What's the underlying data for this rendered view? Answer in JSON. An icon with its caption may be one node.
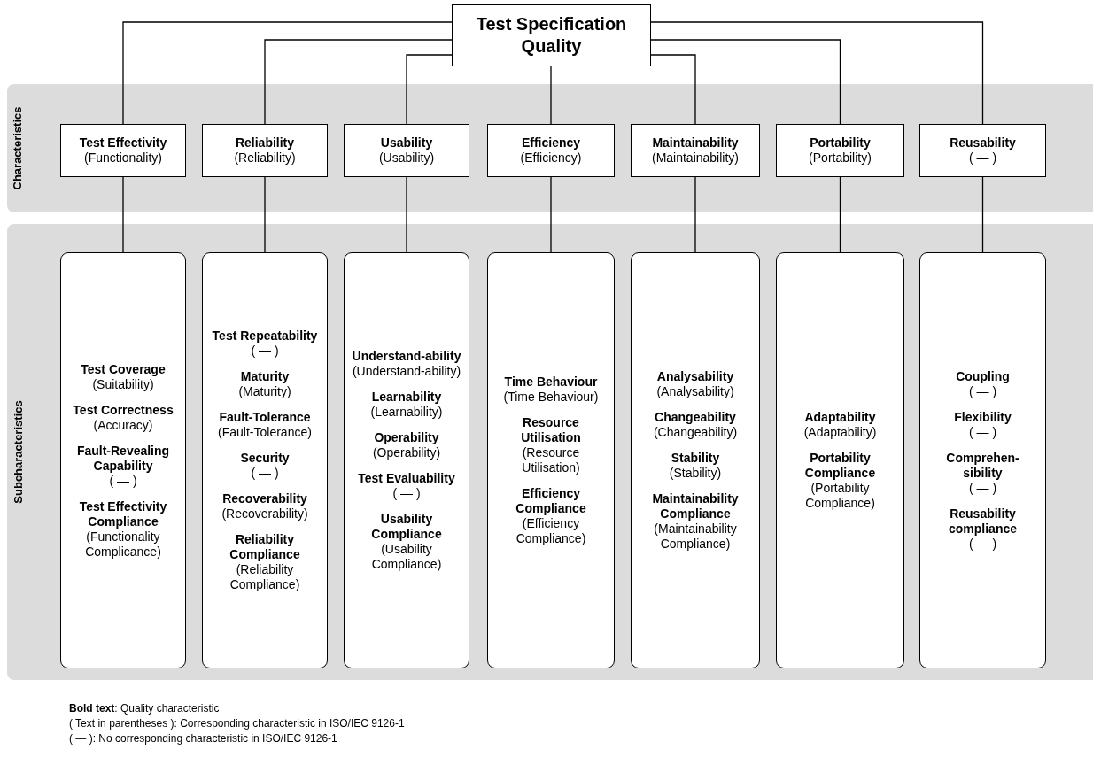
{
  "diagram": {
    "nodes": [
      {
        "text": [
          "Test Specification Quality"
        ]
      },
      {
        "text": [
          "Characteristics"
        ]
      },
      {
        "text": [
          "Subcharacteristics"
        ]
      },
      {
        "text": [
          "Test Effectivity",
          "(Functionality)"
        ],
        "in": 1
      },
      {
        "text": [
          "Reliability",
          "(Reliability)"
        ],
        "in": 1
      },
      {
        "text": [
          "Usability",
          "(Usability)"
        ],
        "in": 1
      },
      {
        "text": [
          "Efficiency",
          "(Efficiency)"
        ],
        "in": 1
      },
      {
        "text": [
          "Maintainability",
          "(Maintainability)"
        ],
        "in": 1
      },
      {
        "text": [
          "Portability",
          "(Portability)"
        ],
        "in": 1
      },
      {
        "text": [
          "Reusability",
          "( — )"
        ],
        "in": 1
      },
      {
        "text": [
          "Test Coverage",
          "(Suitability)",
          "Test Correctness",
          "(Accuracy)",
          "Fault-Revealing Capability",
          "( — )",
          "Test Effectivity Compliance",
          "(Functionality Complicance)"
        ],
        "in": 2
      },
      {
        "text": [
          "Test Repeatability",
          "( — )",
          "Maturity",
          "(Maturity)",
          "Fault-Tolerance",
          "(Fault-Tolerance)",
          "Security",
          "( — )",
          "Recoverability",
          "(Recoverability)",
          "Reliability Compliance",
          "(Reliability Compliance)"
        ],
        "in": 2
      },
      {
        "text": [
          "Understand-ability",
          "(Understand-ability)",
          "Learnability",
          "(Learnability)",
          "Operability",
          "(Operability)",
          "Test Evaluability",
          "( — )",
          "Usability Compliance",
          "(Usability Compliance)"
        ],
        "in": 2
      },
      {
        "text": [
          "Time Behaviour",
          "(Time Behaviour)",
          "Resource Utilisation",
          "(Resource Utilisation)",
          "Efficiency Compliance",
          "(Efficiency Compliance)"
        ],
        "in": 2
      },
      {
        "text": [
          "Analysability",
          "(Analysability)",
          "Changeability",
          "(Changeability)",
          "Stability",
          "(Stability)",
          "Maintainability Compliance",
          "(Maintainability Compliance)"
        ],
        "in": 2
      },
      {
        "text": [
          "Adaptability",
          "(Adaptability)",
          "Portability Compliance",
          "(Portability Compliance)"
        ],
        "in": 2
      },
      {
        "text": [
          "Coupling",
          "( — )",
          "Flexibility",
          "( — )",
          "Comprehen-sibility",
          "( — )",
          "Reusability compliance",
          "( — )"
        ],
        "in": 2
      }
    ],
    "edges": [
      {
        "from": 0,
        "to": 3,
        "arrow": "none"
      },
      {
        "from": 0,
        "to": 4,
        "arrow": "none"
      },
      {
        "from": 0,
        "to": 5,
        "arrow": "none"
      },
      {
        "from": 0,
        "to": 6,
        "arrow": "none"
      },
      {
        "from": 0,
        "to": 7,
        "arrow": "none"
      },
      {
        "from": 0,
        "to": 8,
        "arrow": "none"
      },
      {
        "from": 0,
        "to": 9,
        "arrow": "none"
      },
      {
        "from": 3,
        "to": 10,
        "arrow": "none"
      },
      {
        "from": 4,
        "to": 11,
        "arrow": "none"
      },
      {
        "from": 5,
        "to": 12,
        "arrow": "none"
      },
      {
        "from": 6,
        "to": 13,
        "arrow": "none"
      },
      {
        "from": 7,
        "to": 14,
        "arrow": "none"
      },
      {
        "from": 8,
        "to": 15,
        "arrow": "none"
      },
      {
        "from": 9,
        "to": 16,
        "arrow": "none"
      }
    ],
    "labels": [
      "**Bold text**: Quality characteristic",
      "( Text in parentheses ): Corresponding characteristic in ISO/IEC 9126-1",
      "( — ): No corresponding characteristic in ISO/IEC 9126-1"
    ]
  }
}
